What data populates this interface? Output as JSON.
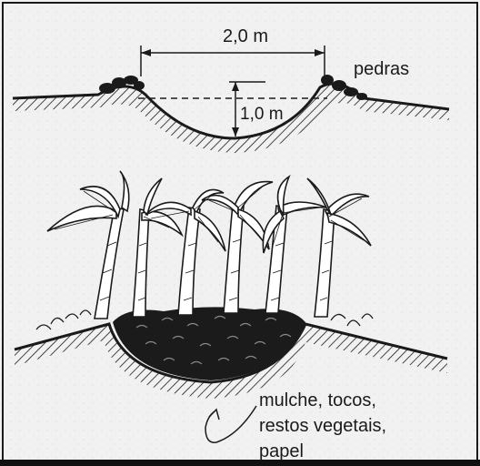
{
  "top_diagram": {
    "width_label": "2,0 m",
    "depth_label": "1,0 m",
    "stones_label": "pedras"
  },
  "bottom_diagram": {
    "fill_label_lines": [
      "mulche, tocos,",
      "restos vegetais,",
      "papel"
    ]
  },
  "colors": {
    "ink": "#1a1a1a",
    "paper": "#f1f1f1"
  }
}
